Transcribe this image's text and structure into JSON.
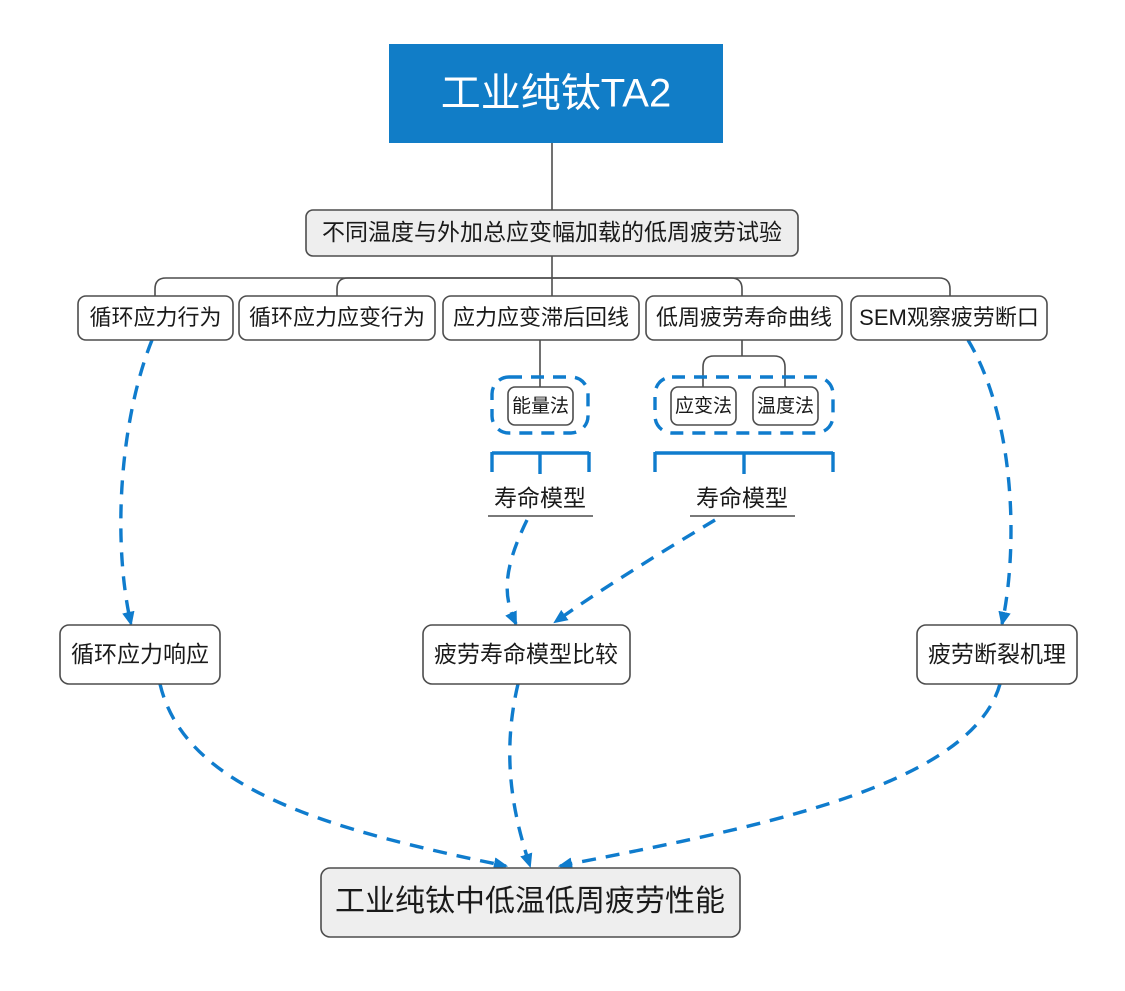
{
  "diagram": {
    "title_node": {
      "label": "工业纯钛TA2",
      "color": "#117dc7"
    },
    "experiment_node": {
      "label": "不同温度与外加总应变幅加载的低周疲劳试验"
    },
    "analysis_nodes": [
      {
        "label": "循环应力行为"
      },
      {
        "label": "循环应力应变行为"
      },
      {
        "label": "应力应变滞后回线"
      },
      {
        "label": "低周疲劳寿命曲线"
      },
      {
        "label": "SEM观察疲劳断口"
      }
    ],
    "method_groups": [
      {
        "group_name": "energy-method-group",
        "methods": [
          {
            "label": "能量法"
          }
        ],
        "model_label": "寿命模型"
      },
      {
        "group_name": "strain-temperature-method-group",
        "methods": [
          {
            "label": "应变法"
          },
          {
            "label": "温度法"
          }
        ],
        "model_label": "寿命模型"
      }
    ],
    "outcome_nodes": [
      {
        "label": "循环应力响应"
      },
      {
        "label": "疲劳寿命模型比较"
      },
      {
        "label": "疲劳断裂机理"
      }
    ],
    "conclusion_node": {
      "label": "工业纯钛中低温低周疲劳性能"
    },
    "colors": {
      "accent_blue": "#0f7ccd",
      "title_blue": "#117dc7",
      "box_border": "#4d4d4d",
      "box_fill": "#eeeeee",
      "text": "#1a1a1a"
    }
  }
}
